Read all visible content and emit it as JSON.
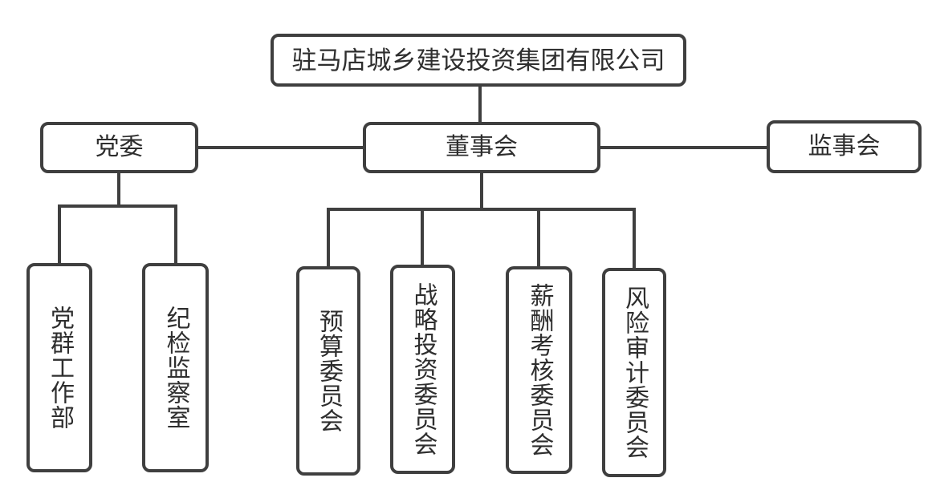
{
  "diagram": {
    "type": "org-chart",
    "colors": {
      "border": "#3f3f3f",
      "line": "#3f3f3f",
      "text": "#2e2e2e",
      "background": "#ffffff"
    },
    "nodes": {
      "company": {
        "label": "驻马店城乡建设投资集团有限公司"
      },
      "party_committee": {
        "label": "党委"
      },
      "board_of_directors": {
        "label": "董事会"
      },
      "supervisory_board": {
        "label": "监事会"
      },
      "party_mass_work_dept": {
        "label": "党群工作部"
      },
      "discipline_inspection_office": {
        "label": "纪检监察室"
      },
      "budget_committee": {
        "label": "预算委员会"
      },
      "strategic_investment_committee": {
        "label": "战略投资委员会"
      },
      "compensation_assessment_committee": {
        "label": "薪酬考核委员会"
      },
      "risk_audit_committee": {
        "label": "风险审计委员会"
      }
    },
    "edges": [
      {
        "from": "company",
        "to": "board_of_directors"
      },
      {
        "from": "board_of_directors",
        "to": "party_committee"
      },
      {
        "from": "board_of_directors",
        "to": "supervisory_board"
      },
      {
        "from": "party_committee",
        "to": "party_mass_work_dept"
      },
      {
        "from": "party_committee",
        "to": "discipline_inspection_office"
      },
      {
        "from": "board_of_directors",
        "to": "budget_committee"
      },
      {
        "from": "board_of_directors",
        "to": "strategic_investment_committee"
      },
      {
        "from": "board_of_directors",
        "to": "compensation_assessment_committee"
      },
      {
        "from": "board_of_directors",
        "to": "risk_audit_committee"
      }
    ]
  }
}
